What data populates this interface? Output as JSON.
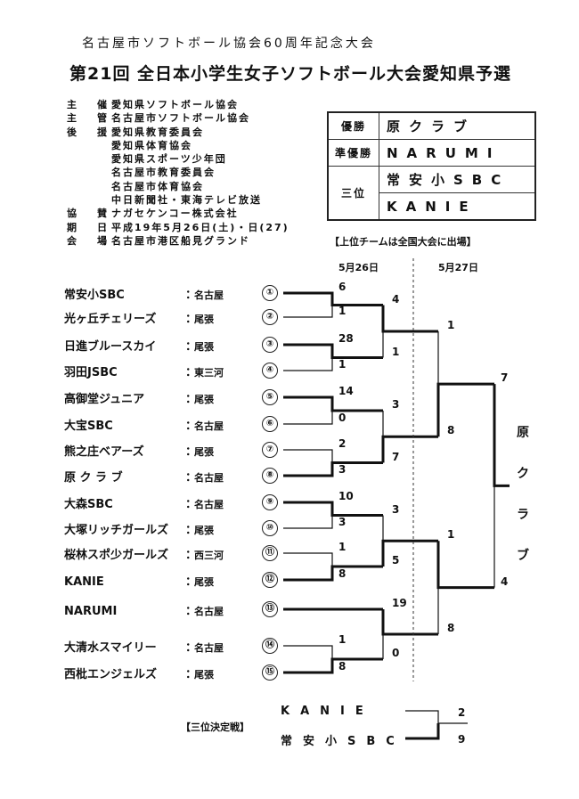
{
  "header": {
    "line1": "名古屋市ソフトボール協会60周年記念大会",
    "title": "第21回 全日本小学生女子ソフトボール大会愛知県予選"
  },
  "info": [
    {
      "label": "主　催",
      "value": "愛知県ソフトボール協会"
    },
    {
      "label": "主　管",
      "value": "名古屋市ソフトボール協会"
    },
    {
      "label": "後　援",
      "value": "愛知県教育委員会"
    },
    {
      "label": "",
      "value": "愛知県体育協会"
    },
    {
      "label": "",
      "value": "愛知県スポーツ少年団"
    },
    {
      "label": "",
      "value": "名古屋市教育委員会"
    },
    {
      "label": "",
      "value": "名古屋市体育協会"
    },
    {
      "label": "",
      "value": "中日新聞社・東海テレビ放送"
    },
    {
      "label": "協　賛",
      "value": "ナガセケンコー株式会社"
    },
    {
      "label": "期　日",
      "value": "平成19年5月26日(土)・日(27)"
    },
    {
      "label": "会　場",
      "value": "名古屋市港区船見グランド"
    }
  ],
  "results": [
    {
      "label": "優勝",
      "team": "原クラブ"
    },
    {
      "label": "準優勝",
      "team": "NARUMI"
    },
    {
      "label": "三位",
      "team": "常安小SBC"
    },
    {
      "label": "",
      "team": "KANIE"
    }
  ],
  "results_note": "【上位チームは全国大会に出場】",
  "dates": {
    "day1": "5月26日",
    "day2": "5月27日"
  },
  "teams": [
    {
      "name": "常安小SBC",
      "region": "名古屋",
      "num": "①"
    },
    {
      "name": "光ヶ丘チェリーズ",
      "region": "尾張",
      "num": "②"
    },
    {
      "name": "日進ブルースカイ",
      "region": "尾張",
      "num": "③"
    },
    {
      "name": "羽田JSBC",
      "region": "東三河",
      "num": "④"
    },
    {
      "name": "高御堂ジュニア",
      "region": "尾張",
      "num": "⑤"
    },
    {
      "name": "大宝SBC",
      "region": "名古屋",
      "num": "⑥"
    },
    {
      "name": "熊之庄ベアーズ",
      "region": "尾張",
      "num": "⑦"
    },
    {
      "name": "原 ク ラ ブ",
      "region": "名古屋",
      "num": "⑧"
    },
    {
      "name": "大森SBC",
      "region": "名古屋",
      "num": "⑨"
    },
    {
      "name": "大塚リッチガールズ",
      "region": "尾張",
      "num": "⑩"
    },
    {
      "name": "桜林スポ少ガールズ",
      "region": "西三河",
      "num": "⑪"
    },
    {
      "name": "KANIE",
      "region": "尾張",
      "num": "⑫"
    },
    {
      "name": "NARUMI",
      "region": "名古屋",
      "num": "⑬"
    },
    {
      "name": "大清水スマイリー",
      "region": "名古屋",
      "num": "⑭"
    },
    {
      "name": "西枇エンジェルズ",
      "region": "尾張",
      "num": "⑮"
    }
  ],
  "scores": {
    "r1": [
      "6",
      "1",
      "28",
      "1",
      "14",
      "0",
      "2",
      "3",
      "10",
      "3",
      "1",
      "8",
      "1",
      "8"
    ],
    "r2": [
      "4",
      "1",
      "3",
      "7",
      "3",
      "5",
      "19",
      "0"
    ],
    "r3": [
      "1",
      "8",
      "1",
      "8"
    ],
    "final": [
      "7",
      "4"
    ]
  },
  "champion": "原クラブ",
  "third_place": {
    "label": "【三位決定戦】",
    "team1": "KANIE",
    "score1": "2",
    "team2": "常安小SBC",
    "score2": "9"
  },
  "colon": "："
}
